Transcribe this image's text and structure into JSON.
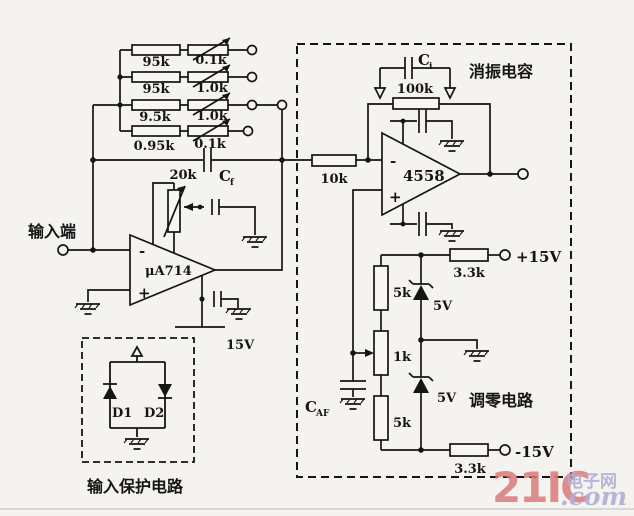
{
  "schematic": {
    "input_label": "输入端",
    "protection_label": "输入保护电路",
    "damping_label": "消振电容",
    "zeroing_label": "调零电路"
  },
  "feedback_rows": [
    {
      "fixed": "95k",
      "trim": "0.1k"
    },
    {
      "fixed": "95k",
      "trim": "1.0k"
    },
    {
      "fixed": "9.5k",
      "trim": "1.0k"
    },
    {
      "fixed": "0.95k",
      "trim": "0.1k"
    }
  ],
  "opamp1": {
    "name": "μA714",
    "minus": "-",
    "plus": "+",
    "pot": "20k",
    "cap_symbol": "C",
    "cap_sub": "f",
    "supply": "15V"
  },
  "protection": {
    "d1": "D1",
    "d2": "D2"
  },
  "opamp2": {
    "name": "4558",
    "minus": "-",
    "plus": "+",
    "in_res": "10k",
    "fb_res": "100k",
    "cap_symbol": "C",
    "cap_sub": "i"
  },
  "zeroing": {
    "r_top": "5k",
    "r_mid": "1k",
    "r_bot": "5k",
    "z1": "5V",
    "z2": "5V",
    "cap_symbol": "C",
    "cap_sub": "AF"
  },
  "power": {
    "pos": "+15V",
    "neg": "-15V",
    "res_pos": "3.3k",
    "res_neg": "3.3k"
  },
  "watermark": {
    "brand": "21IC",
    "dot_com": ".com",
    "site": "电子网"
  }
}
